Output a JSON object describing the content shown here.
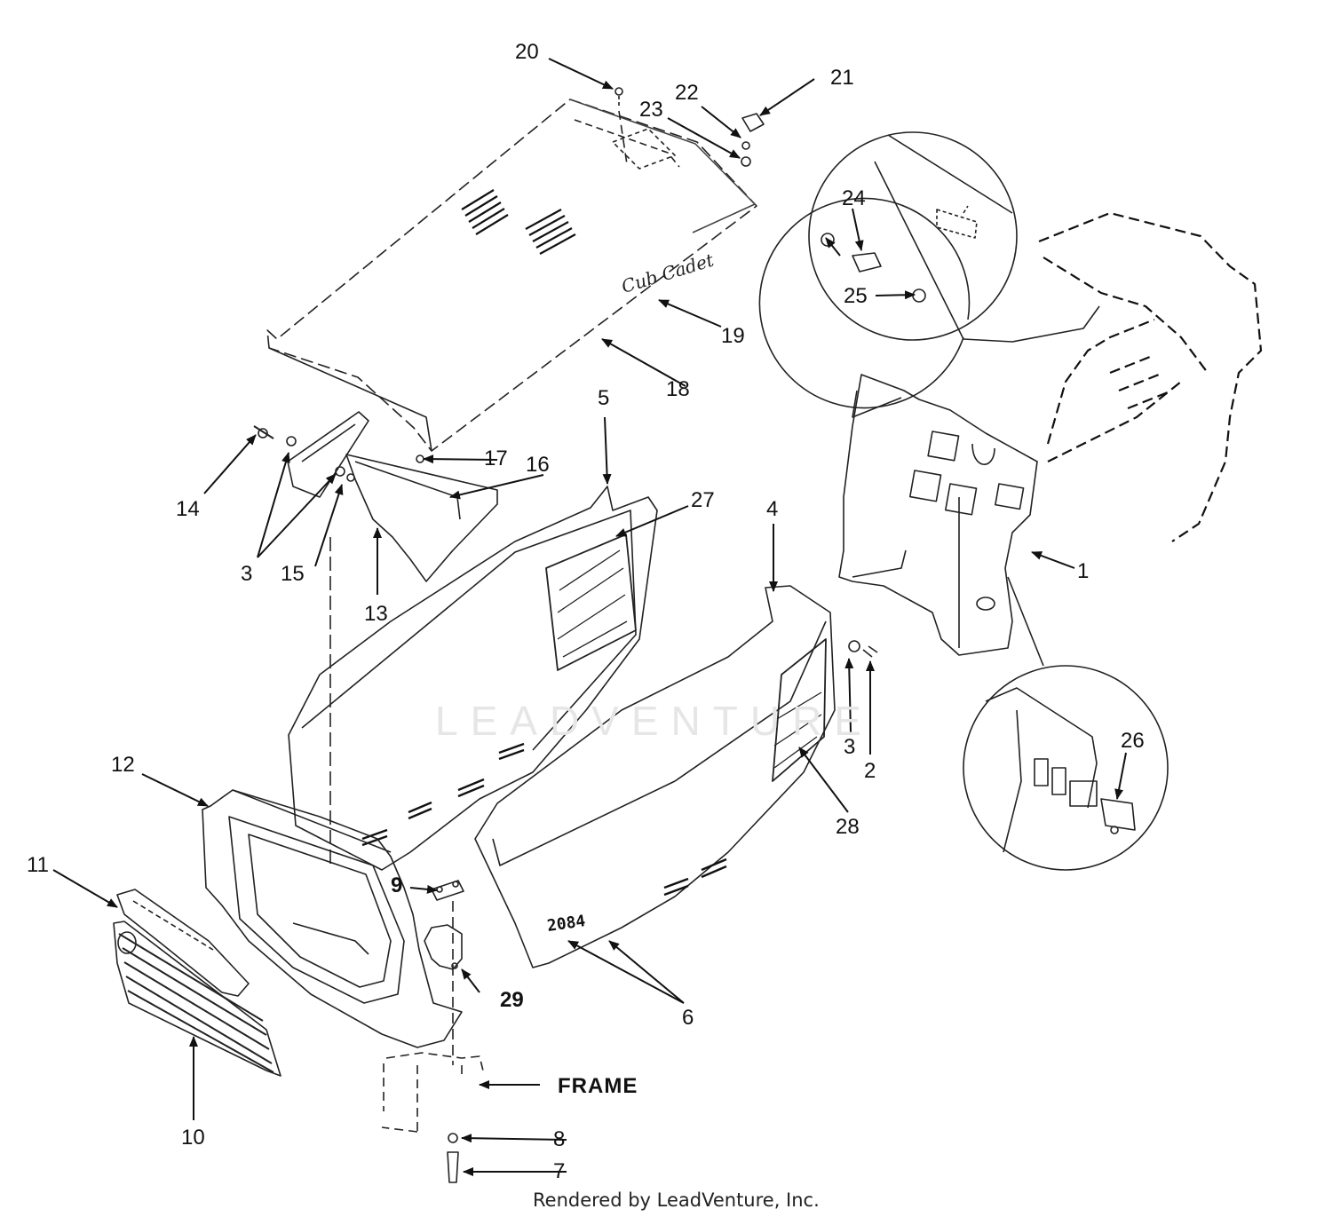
{
  "diagram": {
    "brand_logo_text": "Cub Cadet",
    "plate_text": "2084",
    "watermark_text": "LEADVENTURE",
    "frame_label": "FRAME",
    "footer_text": "Rendered by LeadVenture, Inc.",
    "part_labels": {
      "p1": "1",
      "p2": "2",
      "p3a": "3",
      "p3b": "3",
      "p4": "4",
      "p5": "5",
      "p6": "6",
      "p7": "7",
      "p8": "8",
      "p9": "9",
      "p10": "10",
      "p11": "11",
      "p12": "12",
      "p13": "13",
      "p14": "14",
      "p15": "15",
      "p16": "16",
      "p17": "17",
      "p18": "18",
      "p19": "19",
      "p20": "20",
      "p21": "21",
      "p22": "22",
      "p23": "23",
      "p24": "24",
      "p25": "25",
      "p26": "26",
      "p27": "27",
      "p28": "28",
      "p29": "29"
    }
  }
}
